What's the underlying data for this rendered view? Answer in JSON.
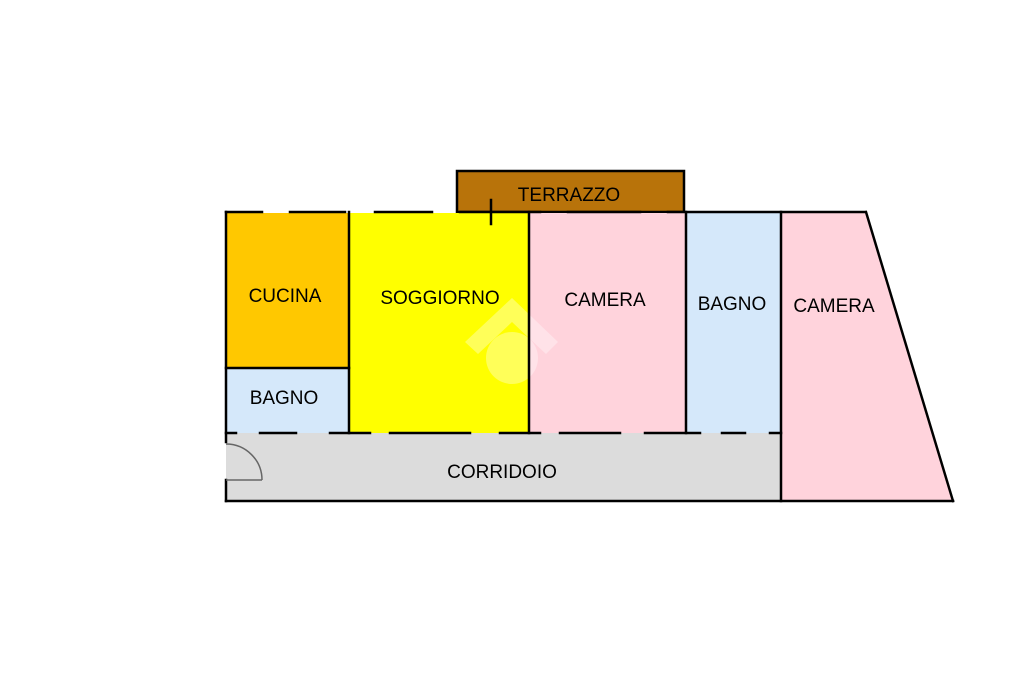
{
  "floor_plan": {
    "rooms": {
      "terrazzo": {
        "label": "TERRAZZO",
        "color": "#B8730A"
      },
      "cucina": {
        "label": "CUCINA",
        "color": "#FFC800"
      },
      "soggiorno": {
        "label": "SOGGIORNO",
        "color": "#FFFF00"
      },
      "camera_center": {
        "label": "CAMERA",
        "color": "#FFD3DC"
      },
      "bagno_right": {
        "label": "BAGNO",
        "color": "#D5E8FA"
      },
      "camera_right": {
        "label": "CAMERA",
        "color": "#FFD3DC"
      },
      "bagno_left": {
        "label": "BAGNO",
        "color": "#D5E8FA"
      },
      "corridoio": {
        "label": "CORRIDOIO",
        "color": "#DCDCDC"
      }
    },
    "wall_color": "#000000",
    "watermark_icon": "house-logo-watermark"
  }
}
